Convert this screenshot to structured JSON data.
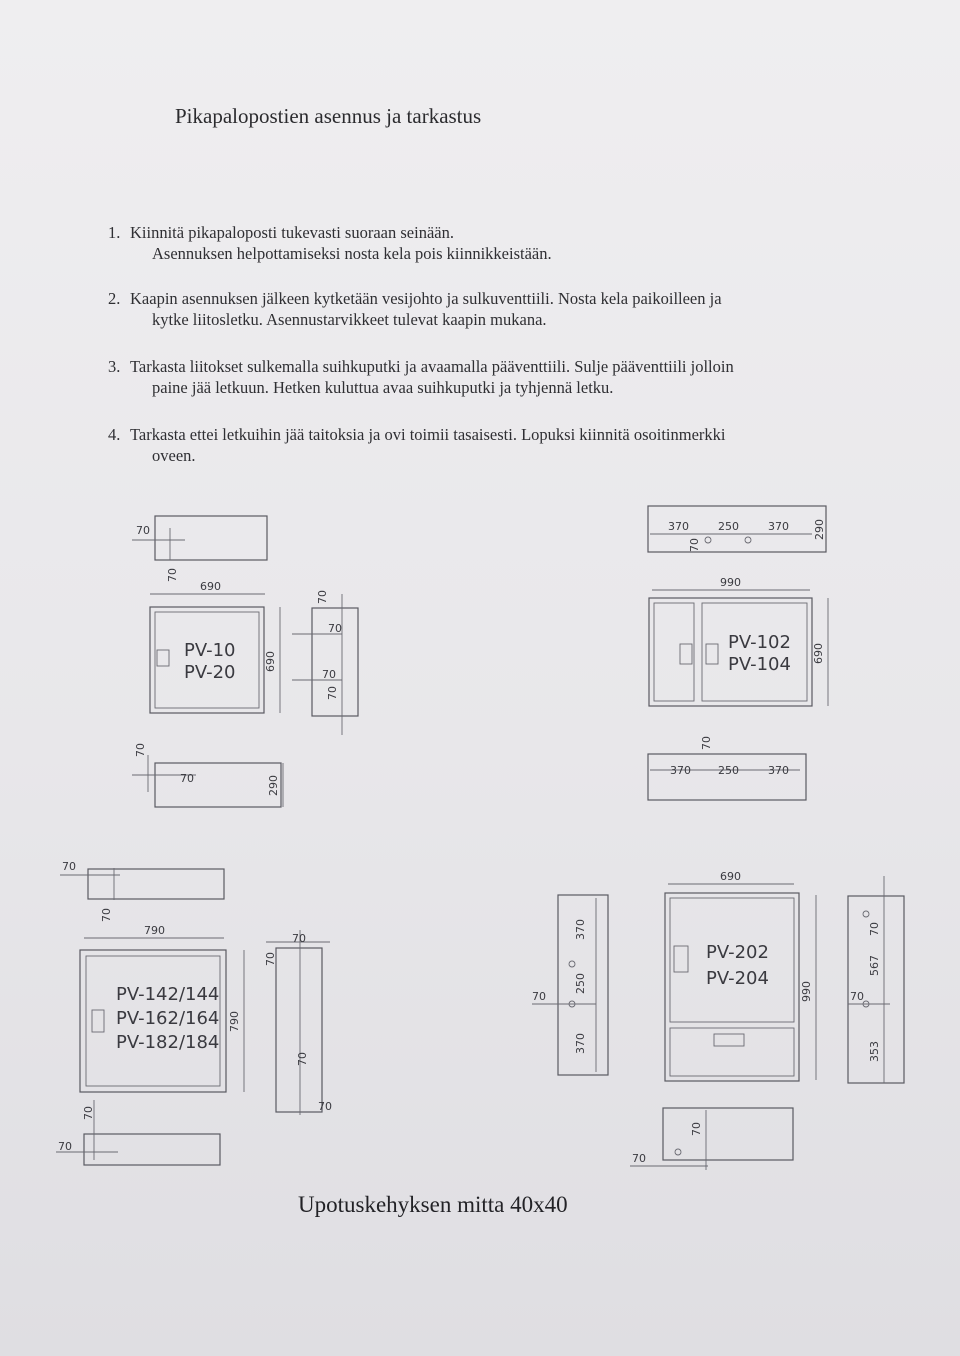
{
  "title": "Pikapalopostien asennus ja tarkastus",
  "steps": [
    {
      "num": "1.",
      "line1": "Kiinnitä pikapaloposti tukevasti suoraan seinään.",
      "line2": "Asennuksen helpottamiseksi nosta kela pois kiinnikkeistään."
    },
    {
      "num": "2.",
      "line1": "Kaapin asennuksen jälkeen kytketään vesijohto ja sulkuventtiili. Nosta kela paikoilleen ja",
      "line2": "kytke liitosletku. Asennustarvikkeet tulevat kaapin mukana."
    },
    {
      "num": "3.",
      "line1": "Tarkasta liitokset sulkemalla suihkuputki ja avaamalla pääventtiili. Sulje pääventtiili jolloin",
      "line2": "paine jää letkuun. Hetken kuluttua avaa suihkuputki ja tyhjennä letku."
    },
    {
      "num": "4.",
      "line1": "Tarkasta ettei letkuihin jää taitoksia ja ovi toimii tasaisesti. Lopuksi kiinnitä osoitinmerkki",
      "line2": "oveen."
    }
  ],
  "drawings": {
    "pv10": {
      "models": [
        "PV-10",
        "PV-20"
      ],
      "width": "690",
      "height": "690",
      "depth": "290",
      "offset": "70"
    },
    "pv102": {
      "models": [
        "PV-102",
        "PV-104"
      ],
      "width": "990",
      "height": "690",
      "depth": "290",
      "left": "370",
      "mid": "250",
      "right": "370",
      "offset": "70"
    },
    "pv142": {
      "models": [
        "PV-142/144",
        "PV-162/164",
        "PV-182/184"
      ],
      "width": "790",
      "height": "790",
      "offset": "70"
    },
    "side370": {
      "top": "370",
      "mid": "250",
      "bottom": "370",
      "offset": "70"
    },
    "pv202": {
      "models": [
        "PV-202",
        "PV-204"
      ],
      "width": "690",
      "height": "990",
      "upper": "567",
      "lower": "353",
      "offset": "70"
    }
  },
  "footer": "Upotuskehyksen mitta 40x40"
}
